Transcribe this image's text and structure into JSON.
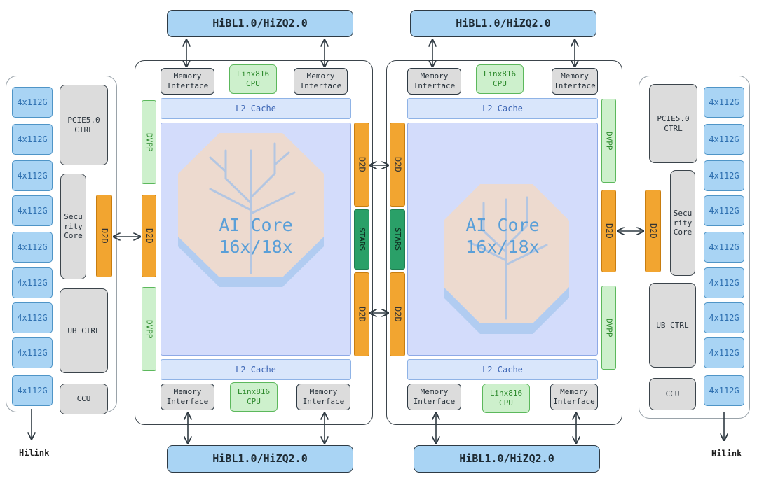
{
  "diagram": {
    "hibl_label": "HiBL1.0/HiZQ2.0",
    "memory_interface": "Memory\nInterface",
    "cpu": "Linx816\nCPU",
    "l2_cache": "L2 Cache",
    "dvpp": "DVPP",
    "d2d": "D2D",
    "stars": "STARS",
    "ai_core": "AI Core\n16x/18x",
    "port": "4x112G",
    "pcie": "PCIE5.0\nCTRL",
    "security": "Secu\nrity\nCore",
    "ub_ctrl": "UB CTRL",
    "ccu": "CCU",
    "hilink": "Hilink"
  },
  "colors": {
    "hibl_fill": "#a9d4f4",
    "cpu_green": "#cdf0cc",
    "d2d_orange": "#f2a530",
    "stars_green": "#2aa068",
    "core_blue": "#d3dcfb",
    "chip_tint": "#f1d9c7"
  },
  "icons": [
    "chip-tree-icon"
  ]
}
